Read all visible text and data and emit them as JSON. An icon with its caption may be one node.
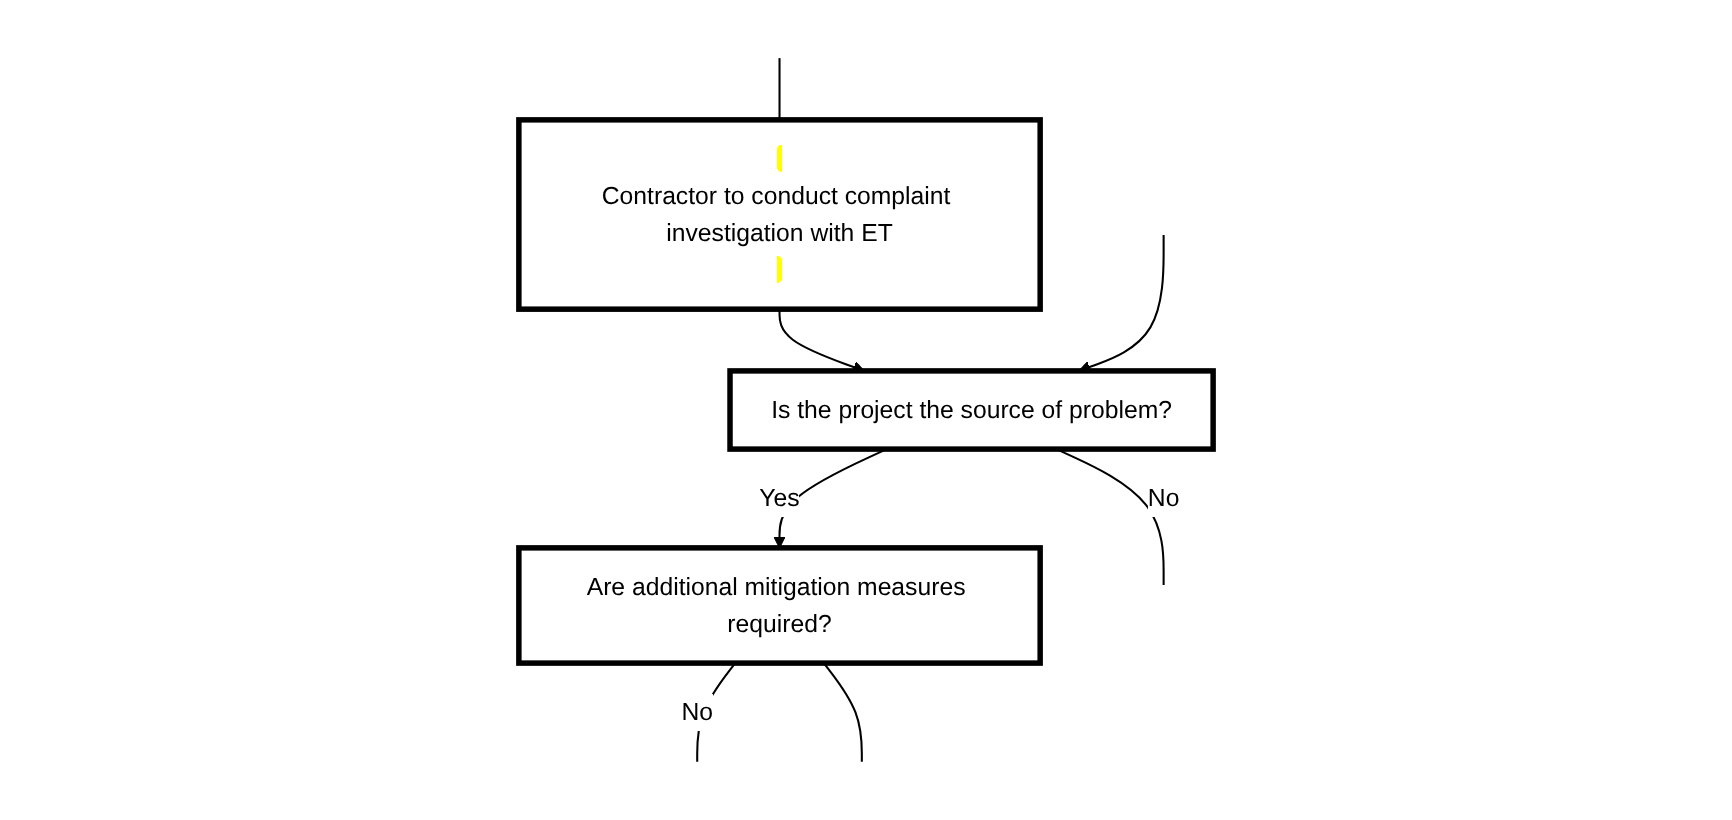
{
  "diagram": {
    "nodes": [
      {
        "text": [
          "Contractor to conduct complaint investigation with ET"
        ]
      },
      {
        "text": [
          "Is the project the source of problem?"
        ]
      },
      {
        "text": [
          "Are additional mitigation measures required?"
        ]
      }
    ],
    "edges": [
      {
        "from": null,
        "to": 0,
        "arrow": "none"
      },
      {
        "from": 0,
        "to": 1,
        "arrow": "to"
      },
      {
        "from": 1,
        "to": 2,
        "arrow": "to",
        "label": "Yes"
      },
      {
        "from": 1,
        "to": null,
        "arrow": "none",
        "label": "No"
      },
      {
        "from": null,
        "to": 1,
        "arrow": "to"
      },
      {
        "from": 2,
        "to": null,
        "arrow": "none",
        "label": "No"
      },
      {
        "from": 2,
        "to": null,
        "arrow": "none"
      }
    ]
  }
}
